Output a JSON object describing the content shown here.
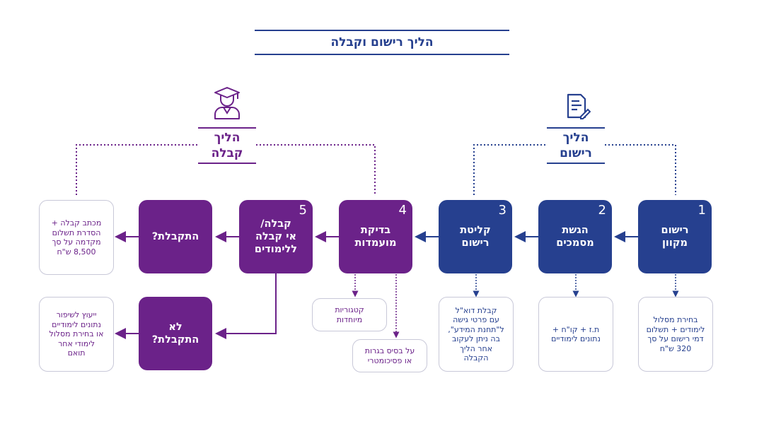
{
  "title": "הליך רישום וקבלה",
  "groups": {
    "registration": {
      "line1": "הליך",
      "line2": "רישום",
      "icon": "document-pen-icon"
    },
    "admission": {
      "line1": "הליך",
      "line2": "קבלה",
      "icon": "graduate-icon"
    }
  },
  "steps": [
    {
      "num": "1",
      "line1": "רישום",
      "line2": "מקוון",
      "line3": ""
    },
    {
      "num": "2",
      "line1": "הגשת",
      "line2": "מסמכים",
      "line3": ""
    },
    {
      "num": "3",
      "line1": "קליטת",
      "line2": "רישום",
      "line3": ""
    },
    {
      "num": "4",
      "line1": "בדיקת",
      "line2": "מועמדות",
      "line3": ""
    },
    {
      "num": "5",
      "line1": "קבלה/",
      "line2": "אי קבלה",
      "line3": "ללימודים"
    }
  ],
  "accepted": {
    "label": "התקבלת?"
  },
  "not_accepted": {
    "line1": "לא",
    "line2": "התקבלת?"
  },
  "notes": {
    "n1": [
      "בחירת מסלול",
      "לימודים + תשלום",
      "דמי רישום על סך",
      "320 ש\"ח"
    ],
    "n2": [
      "ת.ז + קו\"ח +",
      "נתונים לימודיים"
    ],
    "n3": [
      "קבלת דוא\"ל",
      "עם פרטי גישה",
      "ל\"תחנת המידע\",",
      "בה ניתן לעקוב",
      "אחר הליך",
      "הקבלה"
    ],
    "special": [
      "קטגוריות",
      "מיוחדות"
    ],
    "basis": [
      "על בסיס בגרות",
      "או פסיכומטרי"
    ],
    "accepted_note": [
      "מכתב קבלה +",
      "הסדרת תשלום",
      "מקדמה על סך",
      "8,500 ש\"ח"
    ],
    "rejected_note": [
      "ייעוץ לשיפור",
      "נתונים לימודיים",
      "או בחירת מסלול",
      "לימודי אחר",
      "תואם"
    ]
  },
  "colors": {
    "blue": "#26408f",
    "purple": "#6b2289"
  }
}
